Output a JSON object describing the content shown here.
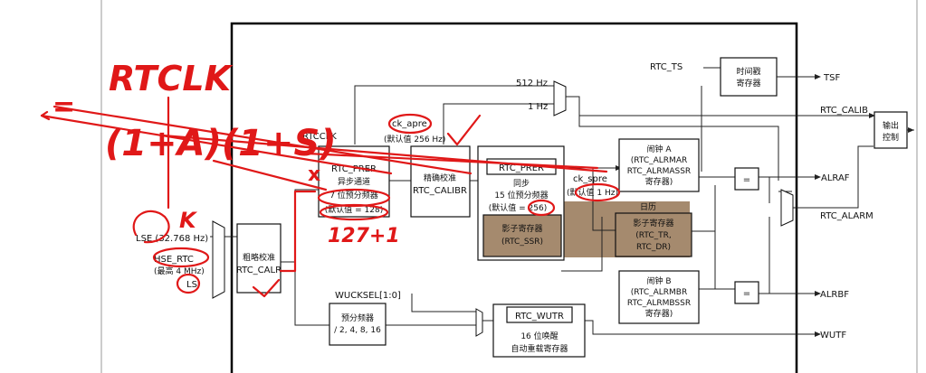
{
  "diagram": {
    "top_frame": {
      "rtc_ts": "RTC_TS",
      "timestamp_reg": [
        "时间戳",
        "寄存器"
      ],
      "tsf": "TSF",
      "hz512": "512 Hz",
      "hz1": "1 Hz",
      "rtc_calib": "RTC_CALIB",
      "output_ctrl": [
        "输出",
        "控制"
      ],
      "rtcclk": "RTCCLK",
      "ck_apre": "ck_apre",
      "ck_apre_default": "(默认值 256 Hz)",
      "prer_async": [
        "RTC_PRER",
        "异步通道",
        "7 位预分频器",
        "(默认值 = 128)"
      ],
      "fine_calib": [
        "精确校准",
        "RTC_CALIBR"
      ],
      "prer_sync": [
        "RTC_PRER",
        "同步",
        "15 位预分频器",
        "(默认值 = 256)"
      ],
      "shadow_ssr": [
        "影子寄存器",
        "(RTC_SSR)"
      ],
      "ck_spre": "ck_spre",
      "ck_spre_default": "(默认值 1 Hz)",
      "calendar": "日历",
      "shadow_tr": [
        "影子寄存器",
        "(RTC_TR,",
        "RTC_DR)"
      ],
      "alarm_a": [
        "闹钟 A",
        "(RTC_ALRMAR",
        "RTC_ALRMASSR",
        "寄存器)"
      ],
      "eq": "=",
      "alraf": "ALRAF",
      "rtc_alarm": "RTC_ALARM",
      "alarm_b": [
        "闹钟 B",
        "(RTC_ALRMBR",
        "RTC_ALRMBSSR",
        "寄存器)"
      ],
      "alrbf": "ALRBF",
      "lse": "LSE (32.768 Hz)",
      "hse": "HSE_RTC",
      "hse_max": "(最高 4 MHz)",
      "lsi": "LSI",
      "coarse_calib": [
        "粗略校准",
        "RTC_CALR"
      ],
      "wucksel": "WUCKSEL[1:0]",
      "prediv": [
        "预分频器",
        "/ 2, 4, 8, 16"
      ],
      "rtc_wutr": "RTC_WUTR",
      "wakeup": [
        "16 位唤醒",
        "自动重载寄存器"
      ],
      "wutf": "WUTF"
    },
    "annotations": {
      "rtclk": "RTCLK",
      "equals": "=",
      "formula": "(1+A)(1+S)",
      "k": "K",
      "x": "x",
      "note_127": "127+1"
    }
  }
}
